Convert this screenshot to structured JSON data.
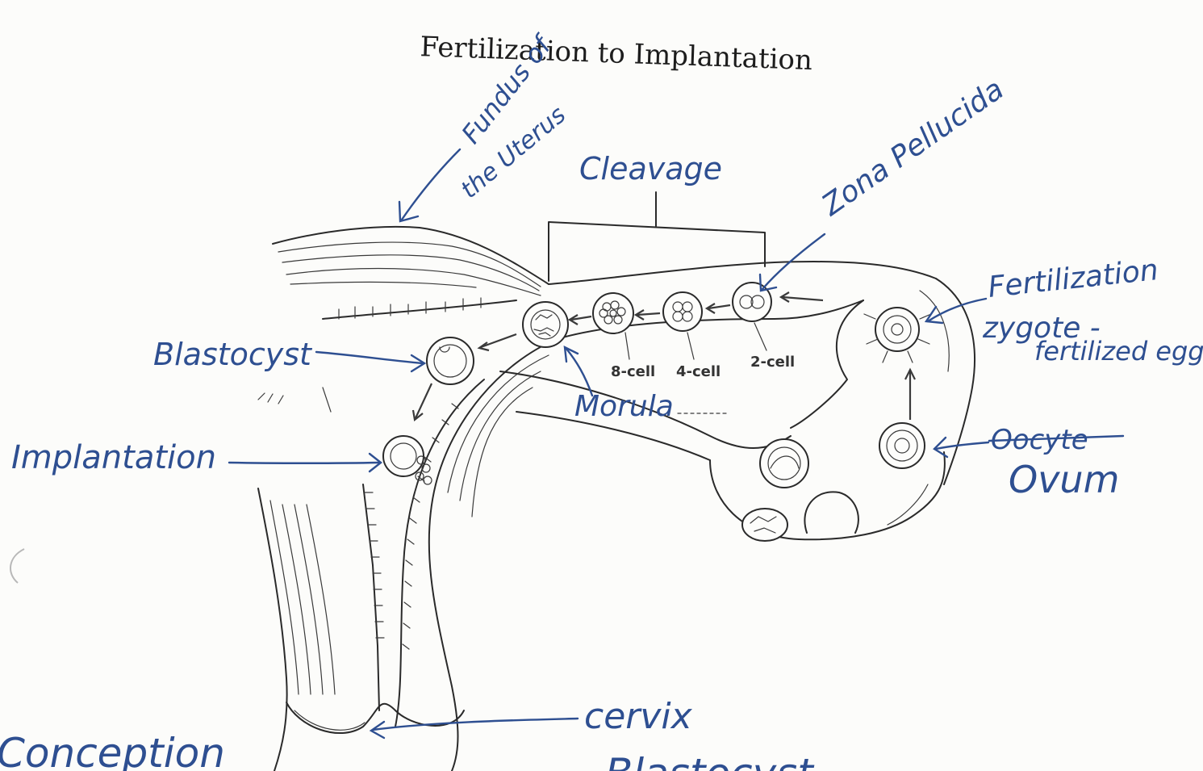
{
  "title": "Fertilization to Implantation",
  "printed_labels": {
    "cell_8": "8-cell",
    "cell_4": "4-cell",
    "cell_2": "2-cell"
  },
  "handwritten": {
    "fundus": "Fundus of",
    "fundus_line2": "the Uterus",
    "cleavage": "Cleavage",
    "zona": "Zona Pellucida",
    "fertilization": "Fertilization",
    "zygote": "zygote -",
    "fertilized_egg": "fertilized egg",
    "blastocyst": "Blastocyst",
    "morula": "Morula",
    "implantation": "Implantation",
    "oocyte": "Oocyte",
    "ovum": "Ovum",
    "cervix": "cervix",
    "conception": "Conception",
    "blastocyst_bottom": "Blastocyst"
  },
  "colors": {
    "ink": "#2e4f91",
    "print": "#1d1d1d",
    "paper": "#fcfcfa"
  }
}
